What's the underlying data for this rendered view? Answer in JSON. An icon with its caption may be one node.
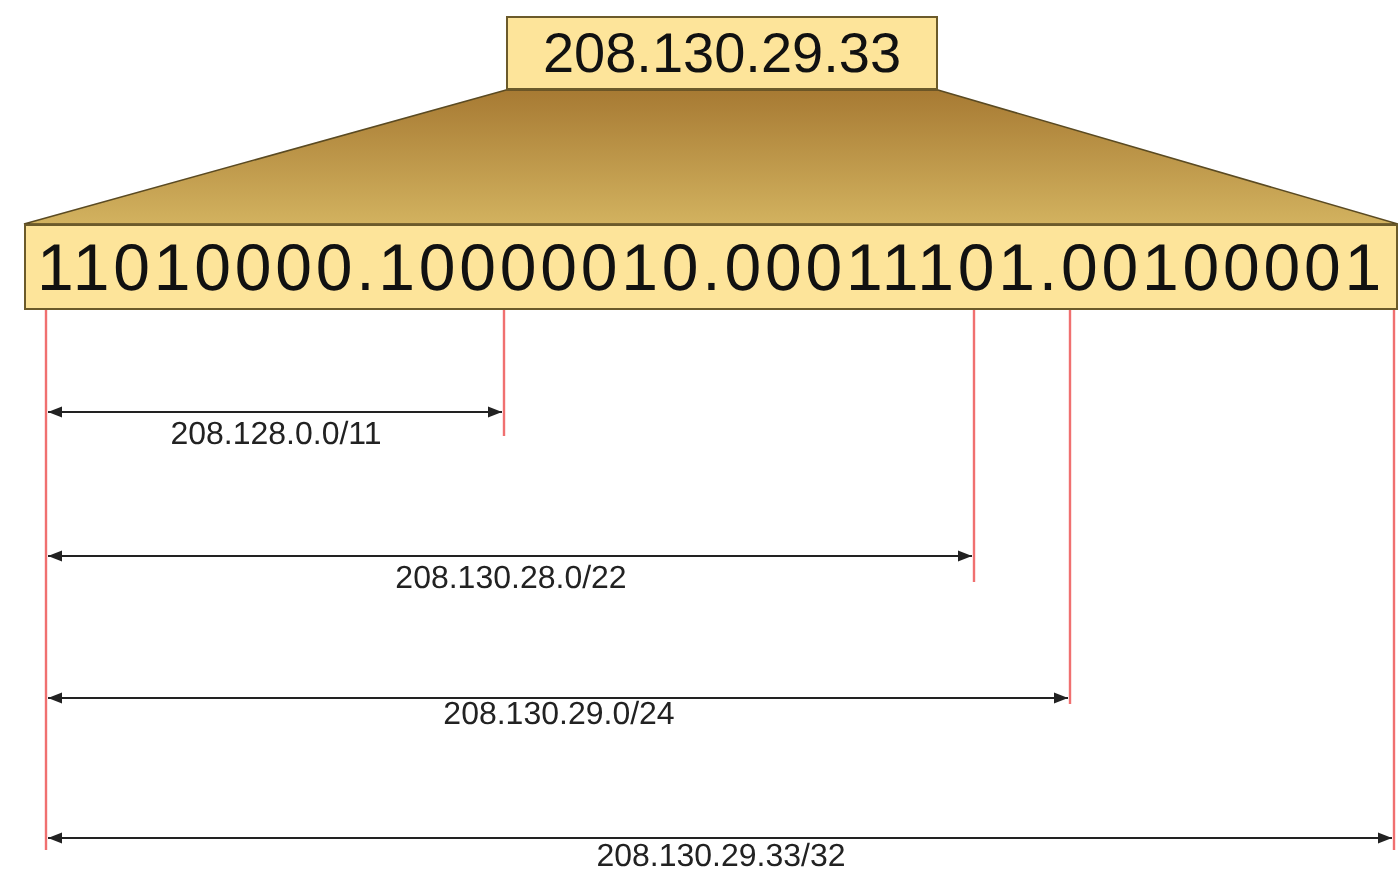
{
  "diagram": {
    "nodes": [
      {
        "text": [
          "208.130.29.33"
        ]
      },
      {
        "text": [
          "11010000.10000010.00011101.00100001"
        ]
      }
    ],
    "labels": [
      "208.128.0.0/11",
      "208.130.28.0/22",
      "208.130.29.0/24",
      "208.130.29.33/32"
    ]
  }
}
